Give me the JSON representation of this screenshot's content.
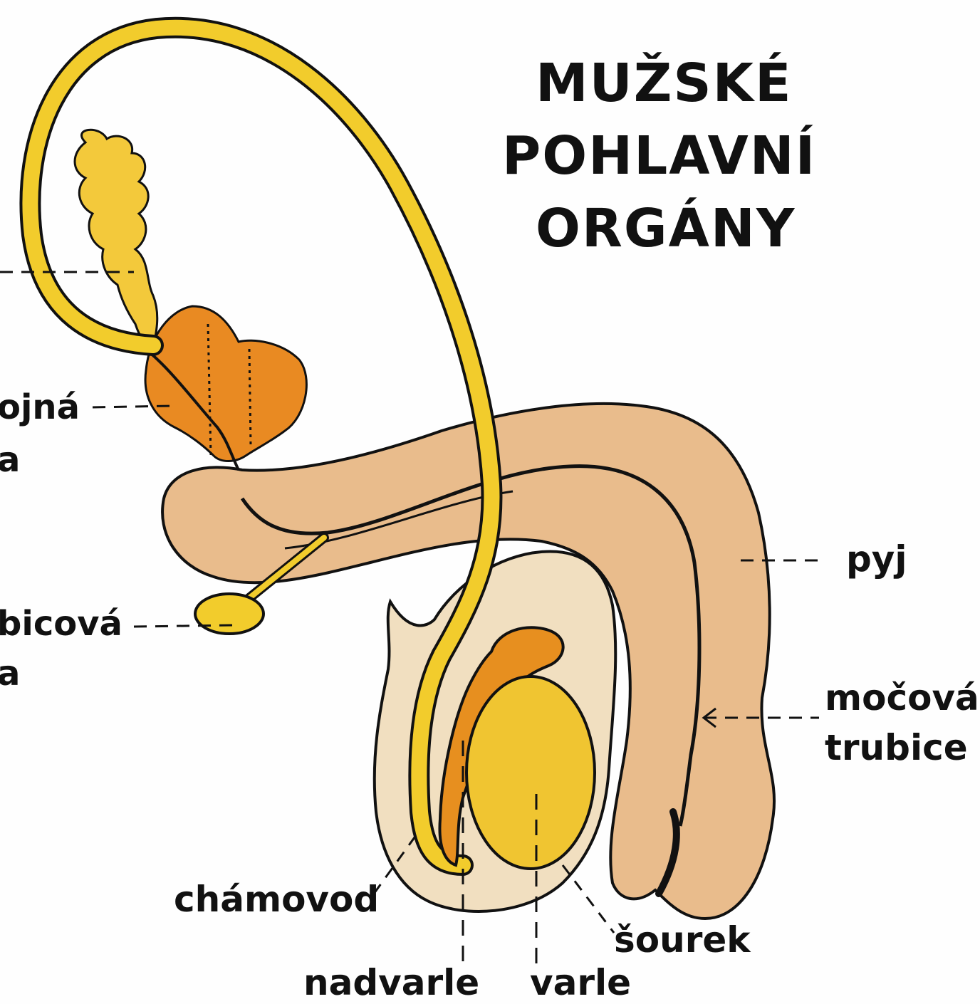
{
  "title": {
    "line1": "MUŽSKÉ",
    "line2": "POHLAVNÍ",
    "line3": "ORGÁNY"
  },
  "labels": {
    "seminal_vesicle_top_fragment": "",
    "prostate_line1": "ojná",
    "prostate_line2": "a",
    "bulbourethral_line1": "bicová",
    "bulbourethral_line2": "a",
    "penis": "pyj",
    "urethra_line1": "močová",
    "urethra_line2": "trubice",
    "vas_deferens": "chámovod",
    "scrotum": "šourek",
    "epididymis": "nadvarle",
    "testis": "varle"
  },
  "colors": {
    "outline": "#111111",
    "duct_yellow": "#f2cc2c",
    "testis_yellow": "#f0c531",
    "vesicle_yellow": "#f3c93b",
    "prostate_orange": "#e98a22",
    "epididymis_orange": "#e78f1f",
    "penis_skin": "#e9bc8c",
    "scrotum_skin": "#f1dfc0",
    "background": "#fefefe"
  }
}
